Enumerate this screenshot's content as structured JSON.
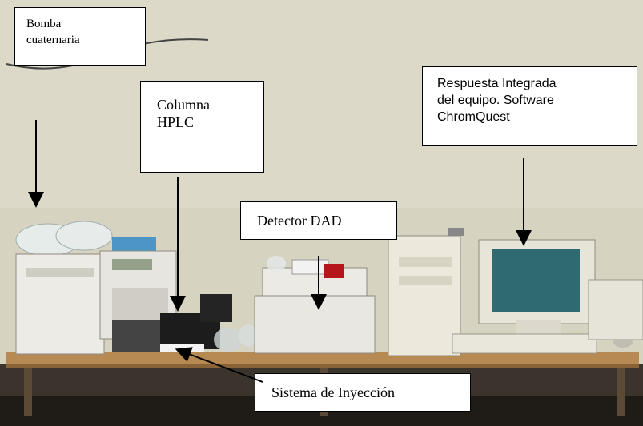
{
  "labels": {
    "pump": "Bomba\ncuaternaria",
    "column": "Columna\nHPLC",
    "detector": "Detector DAD",
    "software": "Respuesta Integrada\ndel equipo. Software\nChromQuest",
    "injection": "Sistema de Inyección"
  },
  "colors": {
    "wall": "#d4d0bd",
    "table": "#b88a53",
    "instrument": "#e9e8e2",
    "monitor_screen": "#2f6a72",
    "frame": "#000000"
  },
  "icons": {
    "arrow": "down-arrow-icon"
  }
}
